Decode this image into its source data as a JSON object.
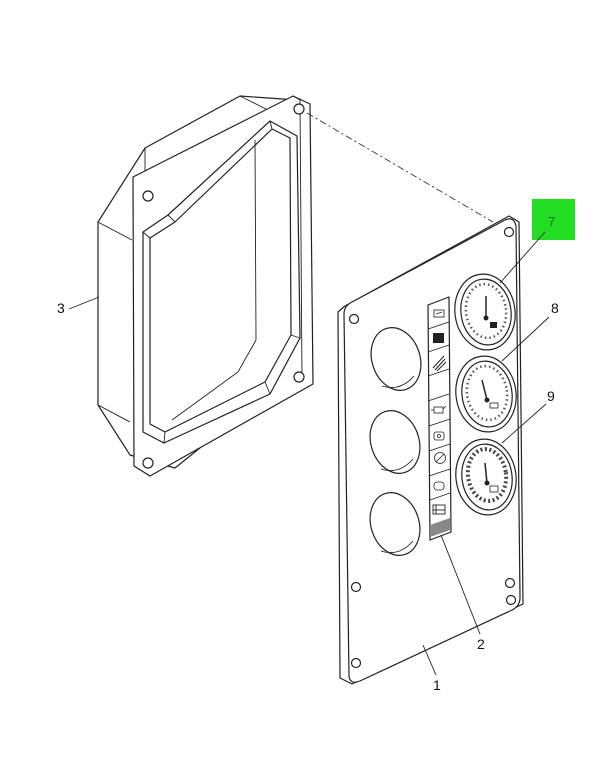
{
  "diagram": {
    "highlight_color": "#22dd22",
    "callouts": [
      {
        "id": "1",
        "label": "1"
      },
      {
        "id": "2",
        "label": "2"
      },
      {
        "id": "3",
        "label": "3"
      },
      {
        "id": "7",
        "label": "7",
        "highlighted": true
      },
      {
        "id": "8",
        "label": "8"
      },
      {
        "id": "9",
        "label": "9"
      }
    ]
  }
}
